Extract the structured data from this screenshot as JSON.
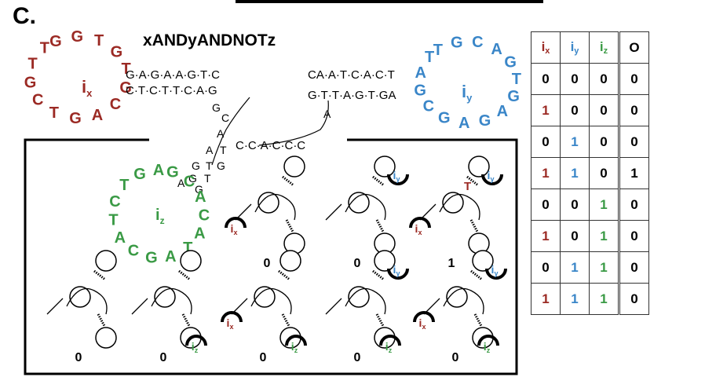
{
  "panel_label": "C.",
  "gate_name": "xANDyANDNOTz",
  "colors": {
    "ix": "#9b2a24",
    "iy": "#3a86c8",
    "iz": "#3a9a45",
    "black": "#000000"
  },
  "inputs": {
    "ix": {
      "label": "i",
      "sub": "x"
    },
    "iy": {
      "label": "i",
      "sub": "y"
    },
    "iz": {
      "label": "i",
      "sub": "z"
    }
  },
  "sequences": {
    "loop_x": [
      "G",
      "G",
      "T",
      "G",
      "T",
      "G",
      "C",
      "A",
      "G",
      "T",
      "C",
      "G",
      "T",
      "T"
    ],
    "stem_top_left": "G·A·G·A·A·G·T·C",
    "stem_bot_left": "C·T·C·T·T·C·A·G",
    "stem_top_right": "CA·A·T·C·A·C·T",
    "stem_bot_right": "G·T·T·A·G·T·GA",
    "loop_y": [
      "T",
      "A",
      "G",
      "C",
      "G",
      "A",
      "G",
      "A",
      "G",
      "T",
      "G",
      "A",
      "C",
      "G",
      "T"
    ],
    "linker": "C·C·A·C·C·C",
    "loop_z": [
      "G",
      "C",
      "A",
      "C",
      "A",
      "T",
      "A",
      "G",
      "C",
      "A",
      "T",
      "C",
      "T",
      "G",
      "A"
    ]
  },
  "truth_table": {
    "headers": [
      {
        "label": "i",
        "sub": "x",
        "color": "ix"
      },
      {
        "label": "i",
        "sub": "y",
        "color": "iy"
      },
      {
        "label": "i",
        "sub": "z",
        "color": "iz"
      },
      {
        "label": "O",
        "sub": "",
        "color": "black"
      }
    ],
    "rows": [
      [
        "0",
        "0",
        "0",
        "0"
      ],
      [
        "1",
        "0",
        "0",
        "0"
      ],
      [
        "0",
        "1",
        "0",
        "0"
      ],
      [
        "1",
        "1",
        "0",
        "1"
      ],
      [
        "0",
        "0",
        "1",
        "0"
      ],
      [
        "1",
        "0",
        "1",
        "0"
      ],
      [
        "0",
        "1",
        "1",
        "0"
      ],
      [
        "1",
        "1",
        "1",
        "0"
      ]
    ]
  },
  "state_outputs": [
    "0",
    "0",
    "1",
    "0",
    "0",
    "0",
    "0",
    "0"
  ],
  "mismatch_letter": "T"
}
